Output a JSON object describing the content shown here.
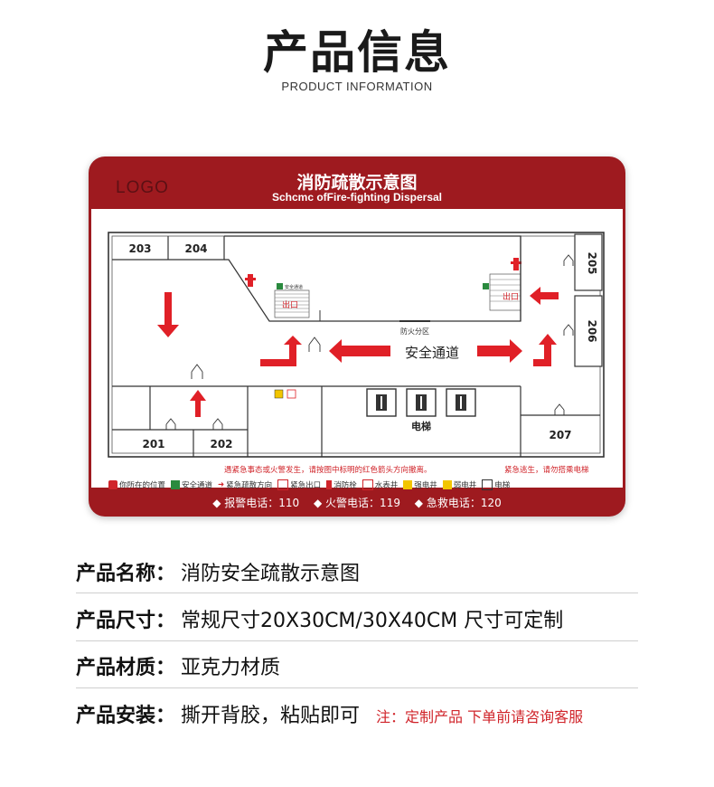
{
  "header": {
    "title": "产品信息",
    "subtitle": "PRODUCT INFORMATION"
  },
  "sign": {
    "logo": "LOGO",
    "title": "消防疏散示意图",
    "subtitle": "Schcmc ofFire-fighting Dispersal",
    "rooms": [
      "203",
      "204",
      "205",
      "206",
      "207",
      "201",
      "202"
    ],
    "fire_zone_label": "防火分区",
    "corridor_label": "安全通道",
    "elevator_label": "电梯",
    "stair_label": "安全通道",
    "exit_label": "出口",
    "warning_left": "遇紧急事态或火警发生，请按图中标明的红色箭头方向撤离。",
    "warning_right": "紧急逃生，请勿搭乘电梯",
    "legend": [
      {
        "icon": "you-are-here-icon",
        "label": "你所在的位置",
        "color": "#d0242a"
      },
      {
        "icon": "safe-exit-icon",
        "label": "安全通道",
        "color": "#2a8a3e"
      },
      {
        "icon": "arrow-right-icon",
        "label": "紧急疏散方向",
        "color": "#d0242a"
      },
      {
        "icon": "exit-door-icon",
        "label": "紧急出口",
        "color": "#d0242a"
      },
      {
        "icon": "hydrant-icon",
        "label": "消防栓",
        "color": "#d0242a"
      },
      {
        "icon": "water-meter-icon",
        "label": "水表井",
        "color": "#d0242a"
      },
      {
        "icon": "strong-power-icon",
        "label": "强电井",
        "color": "#f2c500"
      },
      {
        "icon": "weak-power-icon",
        "label": "弱电井",
        "color": "#f2c500"
      },
      {
        "icon": "elevator-icon",
        "label": "电梯",
        "color": "#333333"
      }
    ],
    "phones": [
      "◆ 报警电话：110",
      "◆ 火警电话：119",
      "◆ 急救电话：120"
    ]
  },
  "info": [
    {
      "label": "产品名称：",
      "value": "消防安全疏散示意图",
      "note": ""
    },
    {
      "label": "产品尺寸：",
      "value": "常规尺寸20X30CM/30X40CM  尺寸可定制",
      "note": ""
    },
    {
      "label": "产品材质：",
      "value": "亚克力材质",
      "note": ""
    },
    {
      "label": "产品安装：",
      "value": "撕开背胶，粘贴即可",
      "note": "注：定制产品 下单前请咨询客服"
    }
  ],
  "colors": {
    "brand_red": "#9e1a1f",
    "arrow_red": "#e02027",
    "text_red": "#d0242a"
  }
}
